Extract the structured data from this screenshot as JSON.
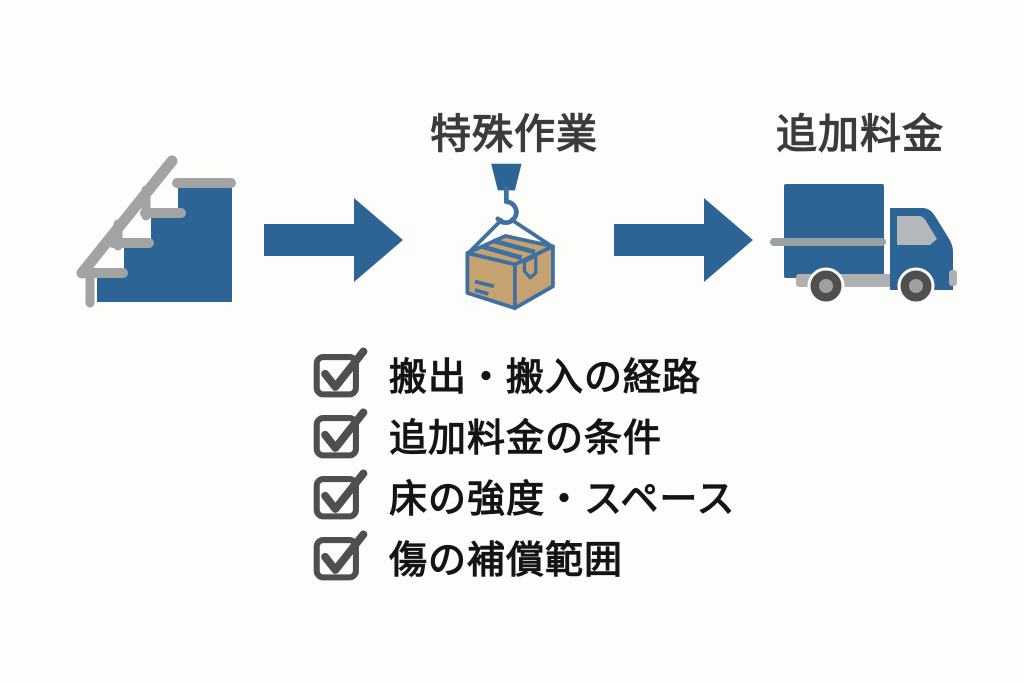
{
  "page": {
    "background": "#fdfdfc",
    "type": "moving-service-infographic"
  },
  "colors": {
    "accent_blue": "#2d6496",
    "icon_gray": "#a3a3a3",
    "chassis_gray": "#b0b0b0",
    "wheel_dark": "#4f4f4f",
    "wheel_hub": "#a0a0a0",
    "box_tan": "#c6a271",
    "box_outline_blue": "#3f70a1",
    "checkbox_gray": "#4f4f4f",
    "title_text": "#3b3b3b",
    "checklist_text": "#141414"
  },
  "flow": {
    "stage1": {
      "icon": "stairs-icon"
    },
    "arrow1": {
      "icon": "right-arrow-icon"
    },
    "stage2": {
      "icon": "crane-hook-box-icon",
      "label": "特殊作業"
    },
    "arrow2": {
      "icon": "right-arrow-icon"
    },
    "stage3": {
      "icon": "truck-icon",
      "label": "追加料金"
    }
  },
  "checklist": {
    "items": [
      {
        "icon": "checked-checkbox-icon",
        "label": "搬出・搬入の経路"
      },
      {
        "icon": "checked-checkbox-icon",
        "label": "追加料金の条件"
      },
      {
        "icon": "checked-checkbox-icon",
        "label": "床の強度・スペース"
      },
      {
        "icon": "checked-checkbox-icon",
        "label": "傷の補償範囲"
      }
    ]
  }
}
